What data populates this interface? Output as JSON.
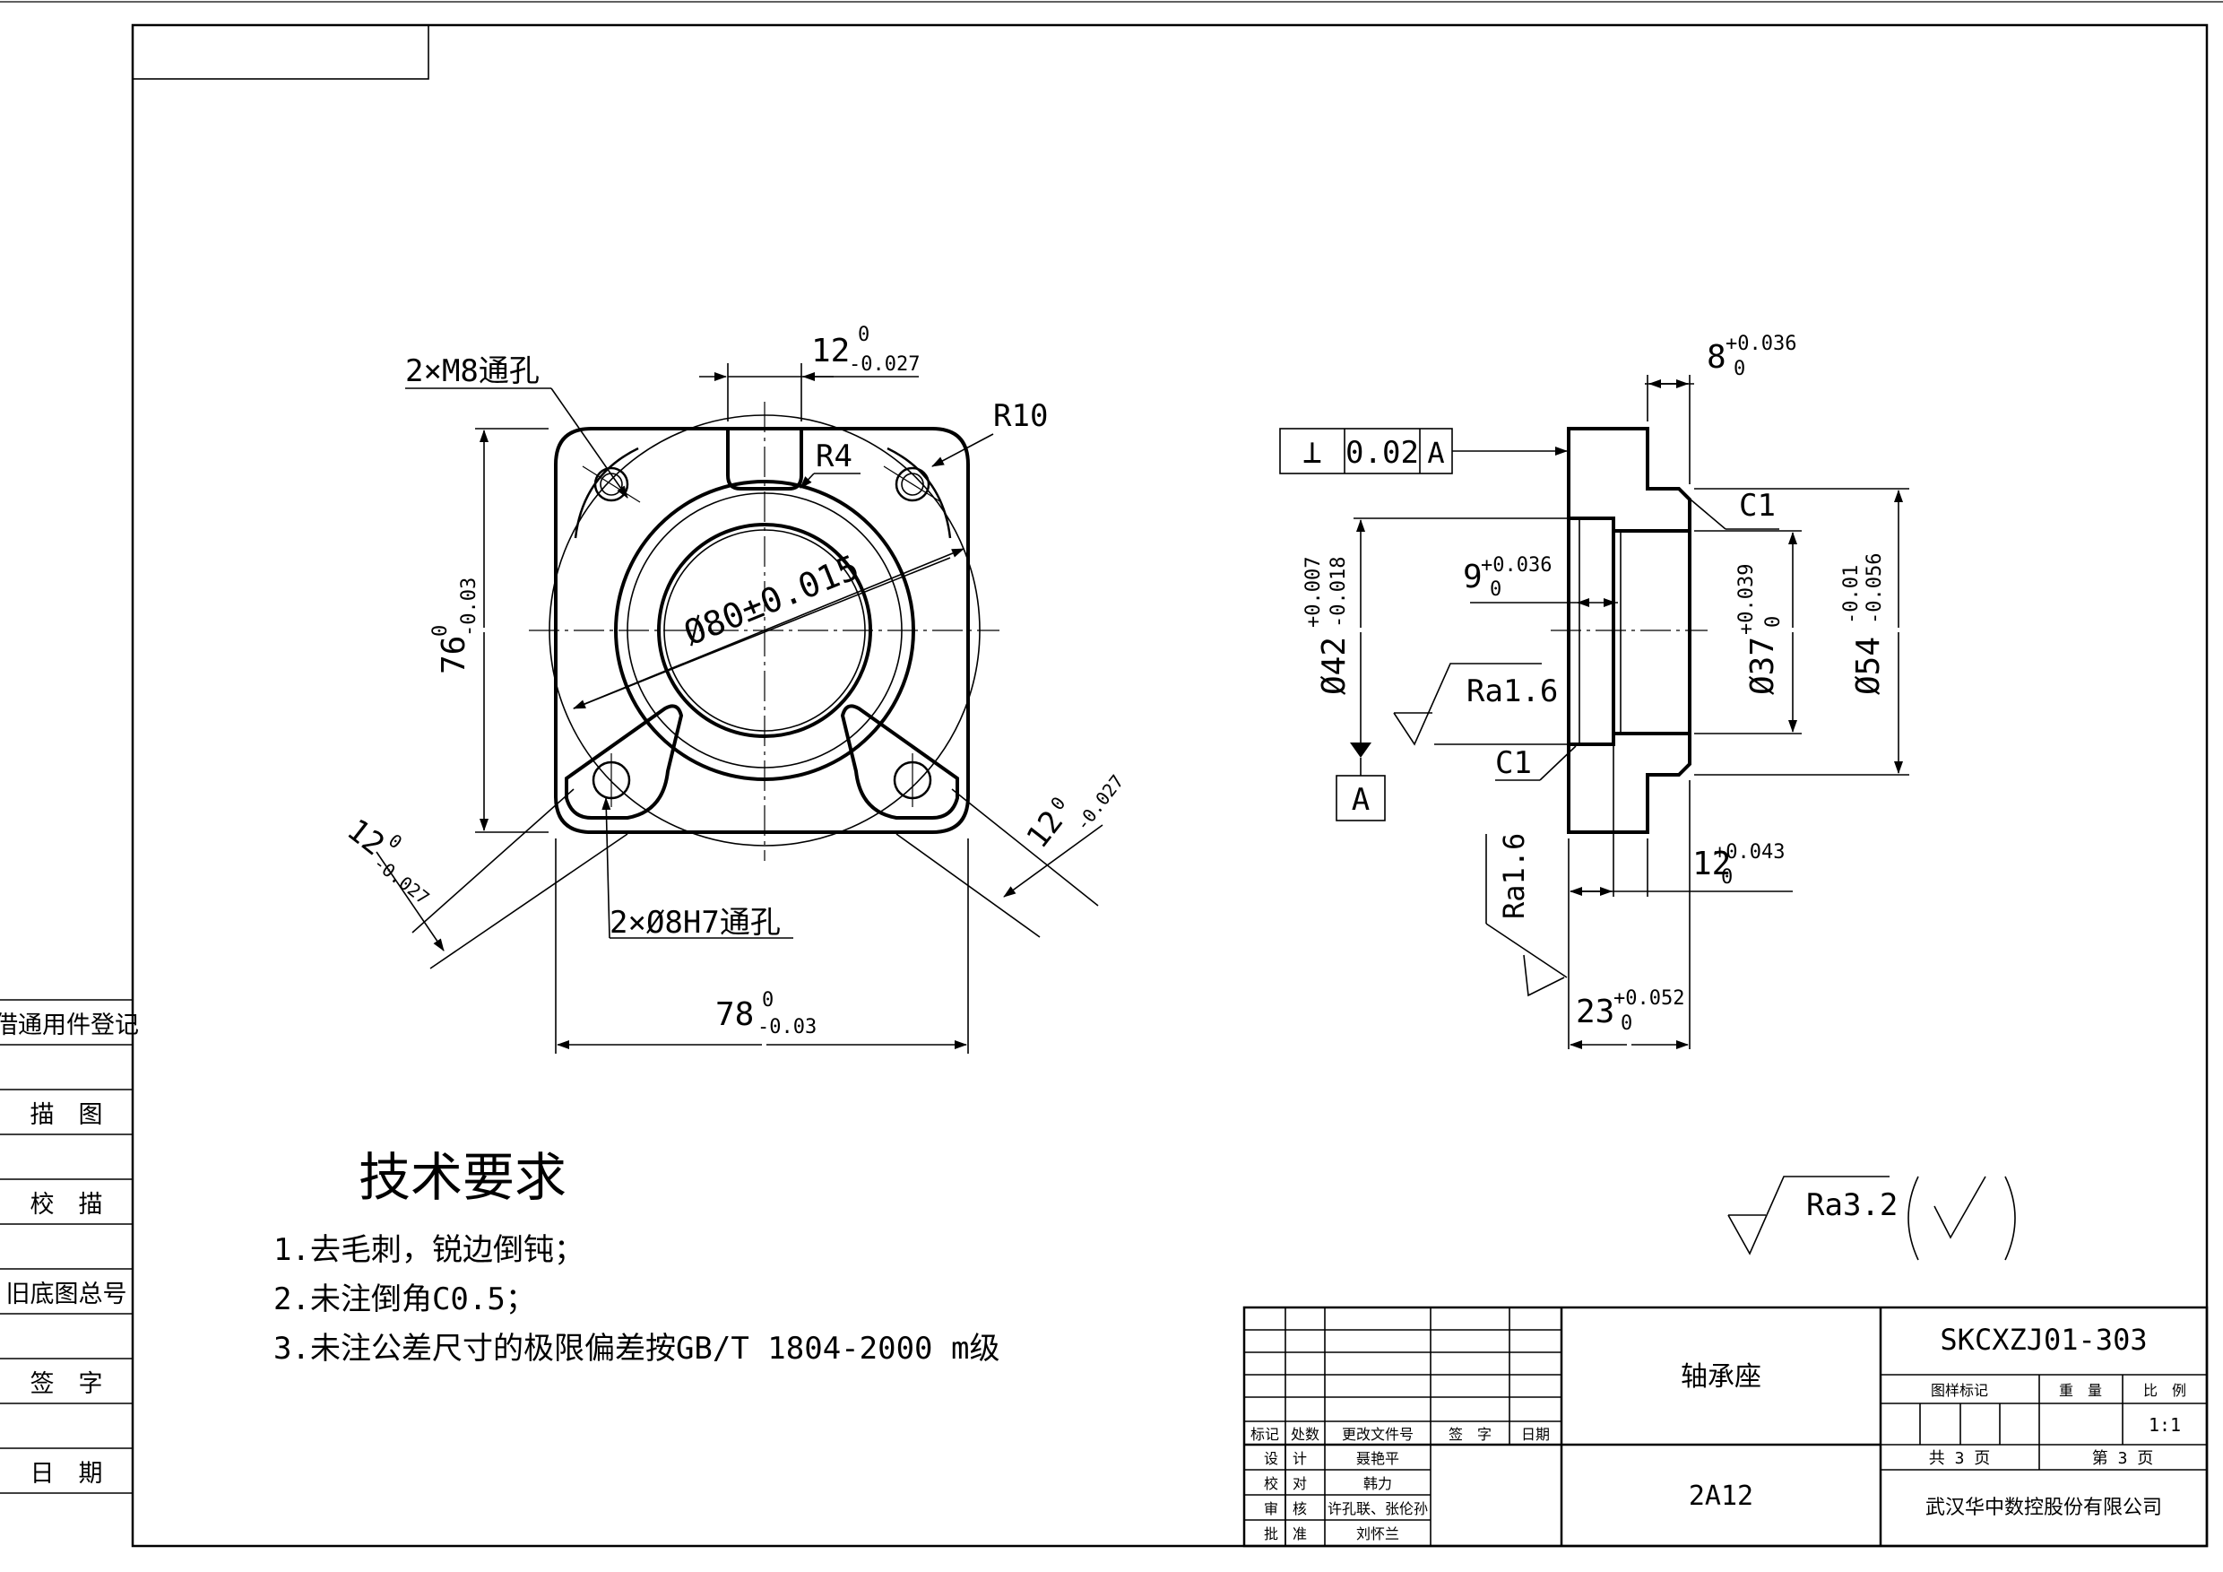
{
  "drawing": {
    "front_view": {
      "hole_m8": "2×M8通孔",
      "width_12": "12",
      "width_12_up": "0",
      "width_12_low": "-0.027",
      "radius_10": "R10",
      "radius_4": "R4",
      "bore_80": "Ø80±0.015",
      "height_76": "76",
      "height_76_up": "0",
      "height_76_low": "-0.03",
      "slot_left": "12",
      "slot_left_up": "0",
      "slot_left_low": "-0.027",
      "slot_right": "12",
      "slot_right_up": "0",
      "slot_right_low": "-0.027",
      "hole_8h7": "2×Ø8H7通孔",
      "width_78": "78",
      "width_78_up": "0",
      "width_78_low": "-0.03"
    },
    "section_view": {
      "top_8": "8",
      "top_8_up": "+0.036",
      "top_8_low": "0",
      "gdt_symbol": "⊥",
      "gdt_tol": "0.02",
      "gdt_datum": "A",
      "chamfer_top": "C1",
      "chamfer_bottom": "C1",
      "dim_9": "9",
      "dim_9_up": "+0.036",
      "dim_9_low": "0",
      "dia_42": "Ø42",
      "dia_42_up": "+0.007",
      "dia_42_low": "-0.018",
      "dia_37": "Ø37",
      "dia_37_up": "+0.039",
      "dia_37_low": "0",
      "dia_54": "Ø54",
      "dia_54_up": "-0.01",
      "dia_54_low": "-0.056",
      "ra_bore": "Ra1.6",
      "ra_face": "Ra1.6",
      "datum_a": "A",
      "dim_12": "12",
      "dim_12_up": "+0.043",
      "dim_12_low": "0",
      "dim_23": "23",
      "dim_23_up": "+0.052",
      "dim_23_low": "0"
    },
    "general_roughness": "Ra3.2"
  },
  "tech_requirements": {
    "heading": "技术要求",
    "items": [
      "1.去毛刺，锐边倒钝；",
      "2.未注倒角C0.5；",
      "3.未注公差尺寸的极限偏差按GB/T 1804-2000 m级"
    ]
  },
  "left_margin": {
    "labels": [
      "借通用件登记",
      "描　图",
      "校　描",
      "旧底图总号",
      "签　字",
      "日　期"
    ]
  },
  "title_block": {
    "part_name": "轴承座",
    "drawing_no": "SKCXZJ01-303",
    "material": "2A12",
    "company": "武汉华中数控股份有限公司",
    "header_labels": [
      "标记",
      "处数",
      "更改文件号",
      "签　字",
      "日期"
    ],
    "roles": [
      {
        "role": "设　计",
        "name": "聂艳平"
      },
      {
        "role": "校　对",
        "name": "韩力"
      },
      {
        "role": "审　核",
        "name": "许孔联、张伦孙"
      },
      {
        "role": "批　准",
        "name": "刘怀兰"
      }
    ],
    "col_labels": {
      "mark": "图样标记",
      "weight": "重　量",
      "scale": "比　例"
    },
    "scale_value": "1:1",
    "sheet_total": "共 3 页",
    "sheet_no": "第 3 页"
  }
}
